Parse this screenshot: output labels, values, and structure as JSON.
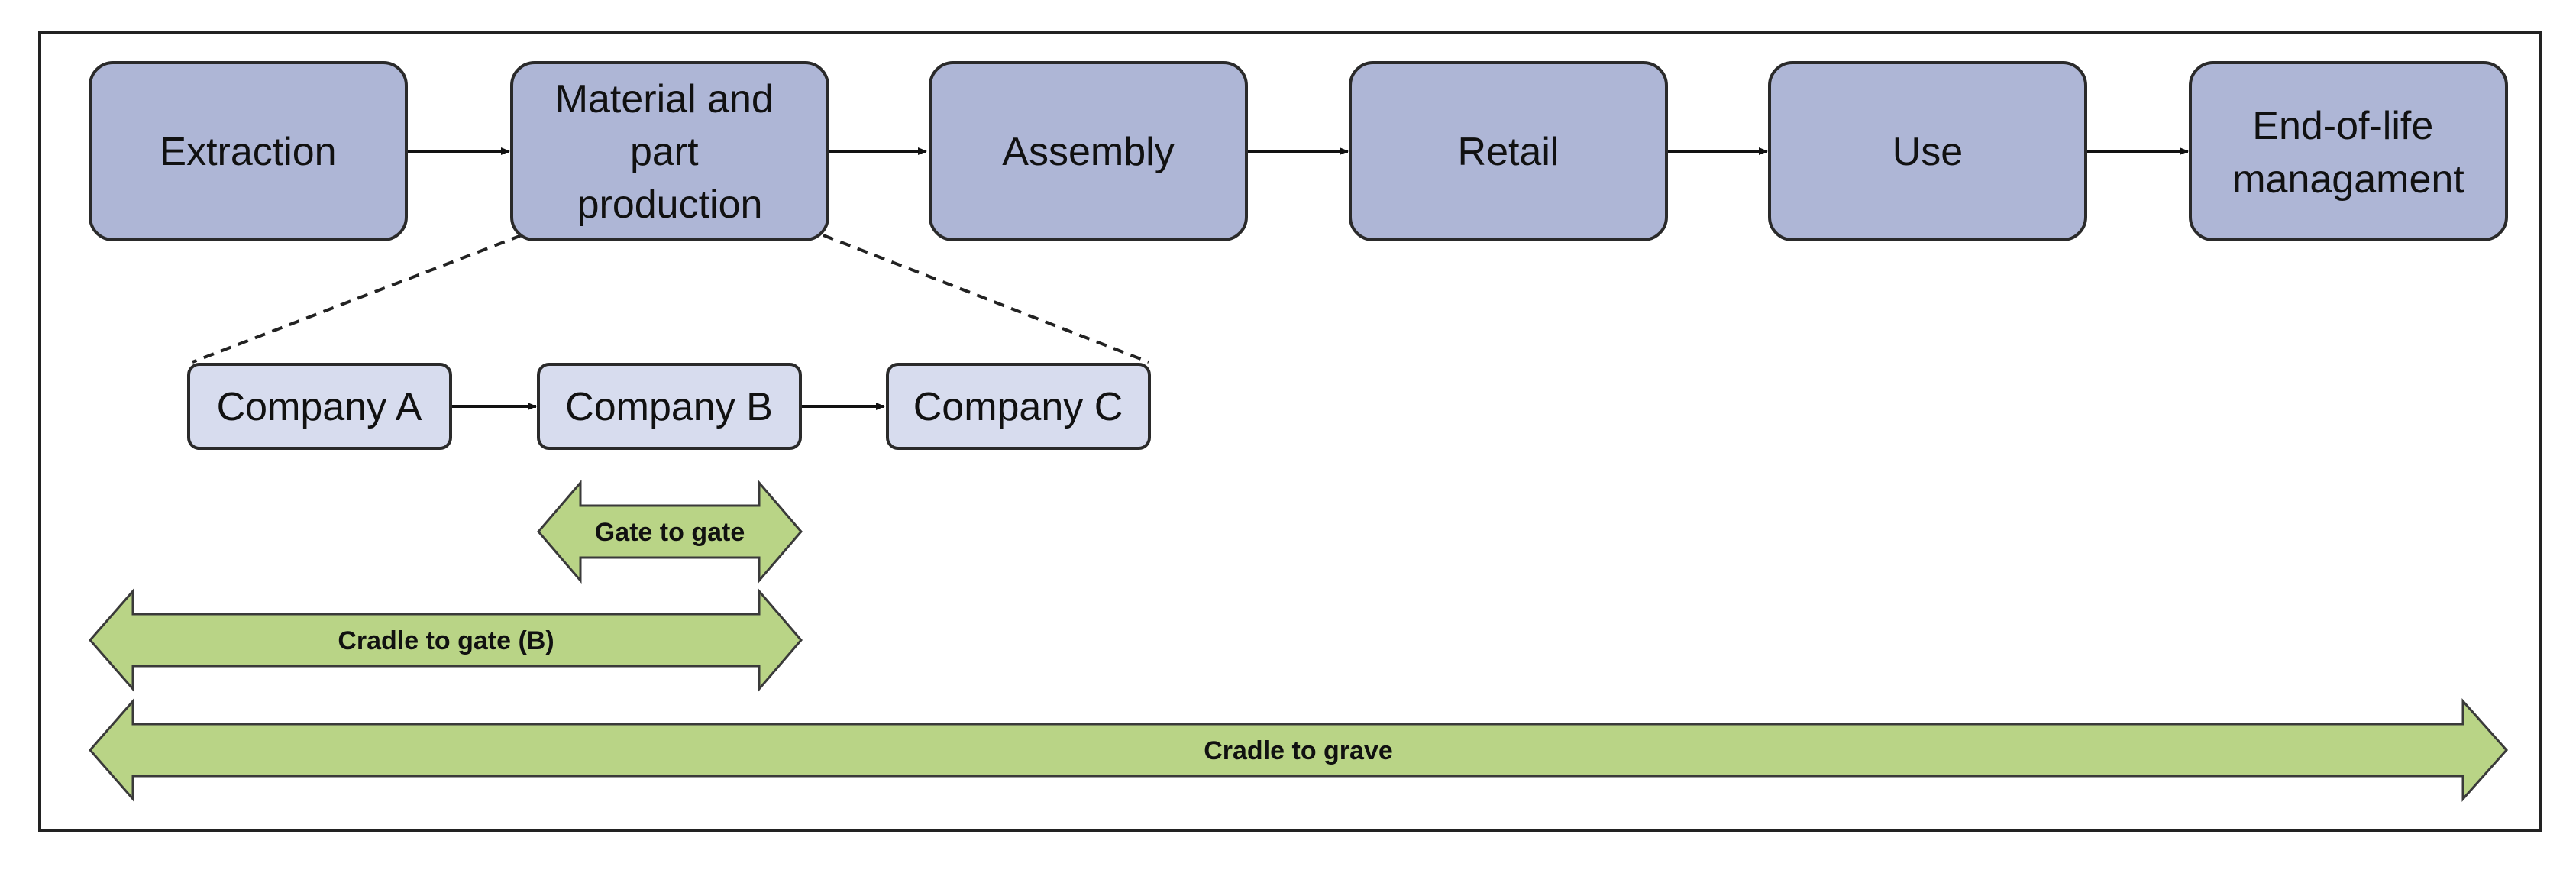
{
  "colors": {
    "stage_fill": "#aeb6d6",
    "company_fill": "#d7dcee",
    "box_stroke": "#2a2a2a",
    "scope_fill": "#b9d486",
    "scope_stroke": "#3a3a3a",
    "frame": "#222222"
  },
  "stages": {
    "extraction": [
      "Extraction"
    ],
    "material": [
      "Material and",
      "part",
      "production"
    ],
    "assembly": [
      "Assembly"
    ],
    "retail": [
      "Retail"
    ],
    "use": [
      "Use"
    ],
    "eol": [
      "End-of-life",
      "managament"
    ]
  },
  "companies": {
    "a": "Company A",
    "b": "Company B",
    "c": "Company C"
  },
  "scopes": {
    "gate_to_gate": "Gate to gate",
    "cradle_to_gate": "Cradle to gate (B)",
    "cradle_to_grave": "Cradle to grave"
  }
}
